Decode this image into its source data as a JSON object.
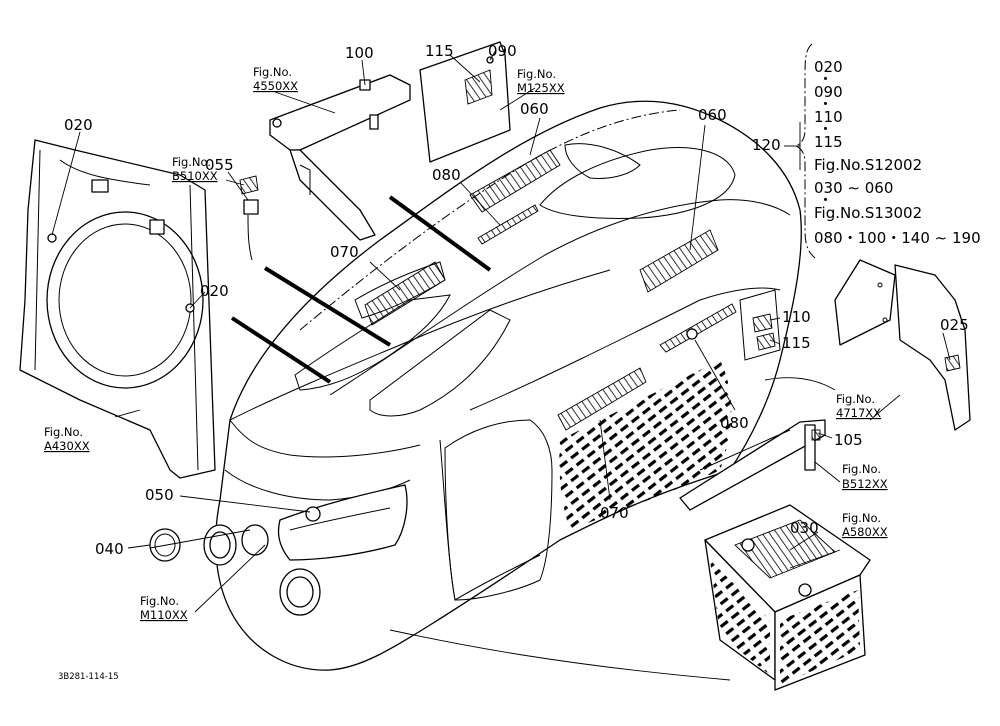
{
  "callouts": {
    "p020a": "020",
    "p020b": "020",
    "p025": "025",
    "p030": "030",
    "p040": "040",
    "p050": "050",
    "p055": "055",
    "p060a": "060",
    "p060b": "060",
    "p070a": "070",
    "p070b": "070",
    "p080a": "080",
    "p080b": "080",
    "p090": "090",
    "p100": "100",
    "p105": "105",
    "p110": "110",
    "p115a": "115",
    "p115b": "115",
    "p120": "120"
  },
  "figure_refs": {
    "fig_prefix": "Fig.No.",
    "f4550": "4550XX",
    "fM125": "M125XX",
    "fB510": "B510XX",
    "fA430": "A430XX",
    "f4717": "4717XX",
    "fB512": "B512XX",
    "fA580": "A580XX",
    "fM110": "M110XX"
  },
  "kit_list": {
    "row1": "020",
    "row2": "090",
    "row3": "110",
    "row4": "115",
    "row5": "Fig.No.S12002",
    "row6": "030 ∼ 060",
    "row7": "Fig.No.S13002",
    "row8": "080・100・140 ∼ 190"
  },
  "drawing_code": "3B281-114-15"
}
